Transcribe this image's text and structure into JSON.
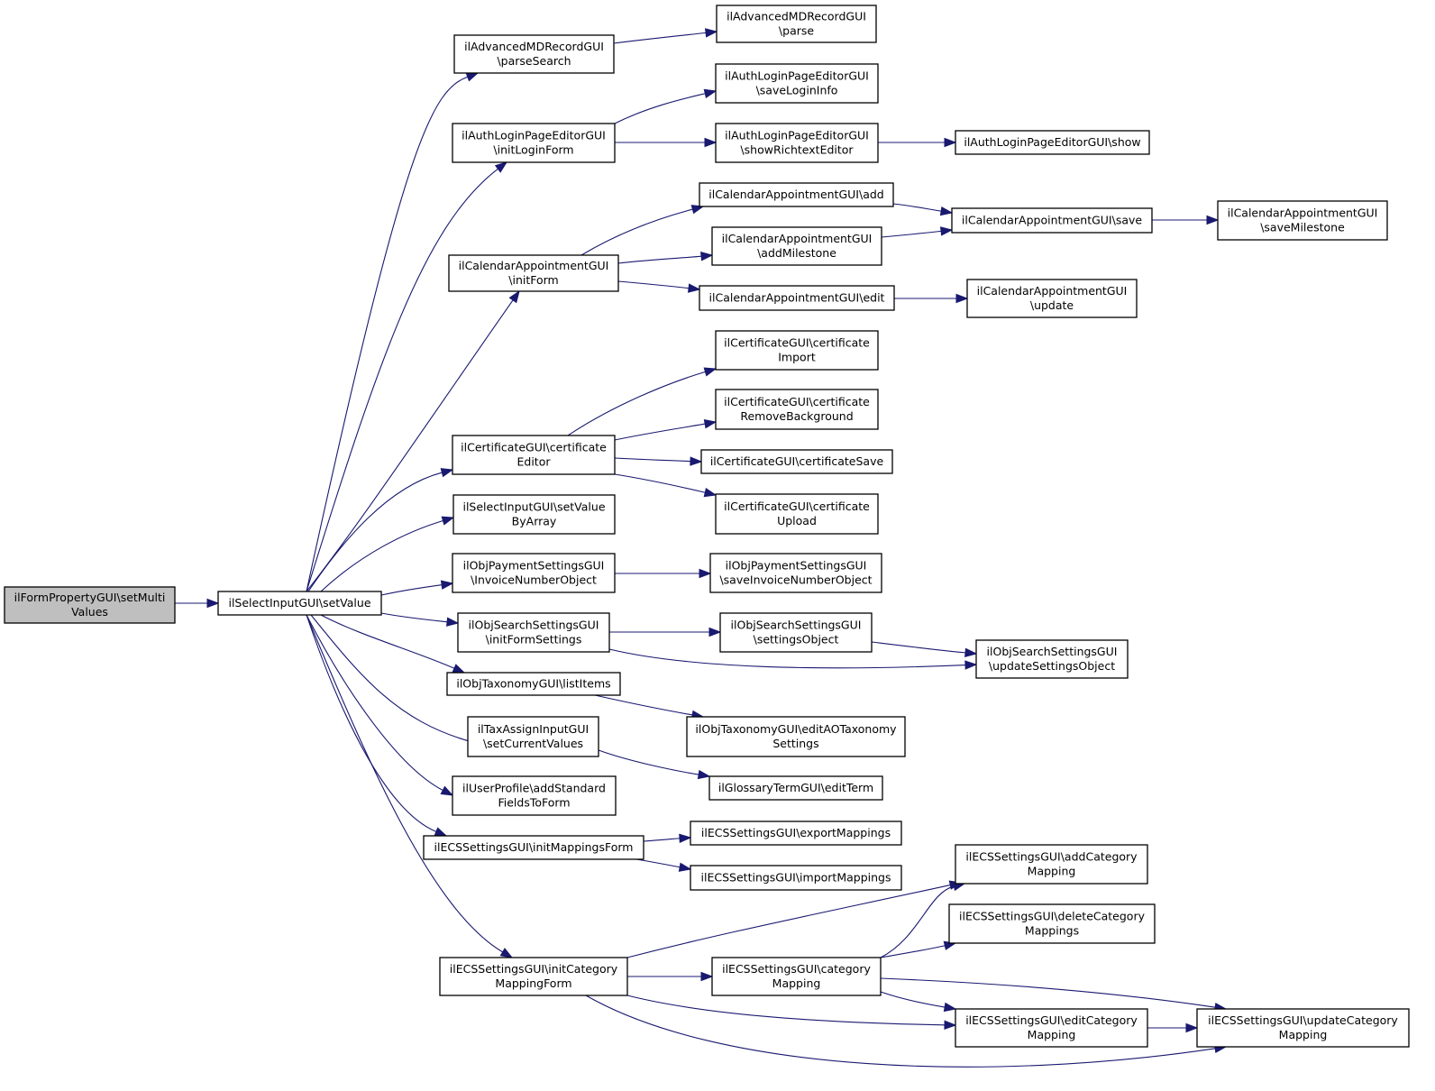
{
  "colors": {
    "edge": "#191970",
    "root_fill": "#bfbfbf",
    "node_fill": "#ffffff",
    "node_border": "#000000"
  },
  "nodes": [
    {
      "id": "root",
      "lines": [
        "ilFormPropertyGUI\\setMulti",
        "Values"
      ]
    },
    {
      "id": "setValue",
      "lines": [
        "ilSelectInputGUI\\setValue"
      ]
    },
    {
      "id": "parseSearch",
      "lines": [
        "ilAdvancedMDRecordGUI",
        "\\parseSearch"
      ]
    },
    {
      "id": "initLoginForm",
      "lines": [
        "ilAuthLoginPageEditorGUI",
        "\\initLoginForm"
      ]
    },
    {
      "id": "initForm",
      "lines": [
        "ilCalendarAppointmentGUI",
        "\\initForm"
      ]
    },
    {
      "id": "certEditor",
      "lines": [
        "ilCertificateGUI\\certificate",
        "Editor"
      ]
    },
    {
      "id": "setValueByArray",
      "lines": [
        "ilSelectInputGUI\\setValue",
        "ByArray"
      ]
    },
    {
      "id": "invoiceNumberObject",
      "lines": [
        "ilObjPaymentSettingsGUI",
        "\\InvoiceNumberObject"
      ]
    },
    {
      "id": "initFormSettings",
      "lines": [
        "ilObjSearchSettingsGUI",
        "\\initFormSettings"
      ]
    },
    {
      "id": "listItems",
      "lines": [
        "ilObjTaxonomyGUI\\listItems"
      ]
    },
    {
      "id": "setCurrentValues",
      "lines": [
        "ilTaxAssignInputGUI",
        "\\setCurrentValues"
      ]
    },
    {
      "id": "addStandardFields",
      "lines": [
        "ilUserProfile\\addStandard",
        "FieldsToForm"
      ]
    },
    {
      "id": "initMappingsForm",
      "lines": [
        "ilECSSettingsGUI\\initMappingsForm"
      ]
    },
    {
      "id": "initCategoryMappingForm",
      "lines": [
        "ilECSSettingsGUI\\initCategory",
        "MappingForm"
      ]
    },
    {
      "id": "mdParse",
      "lines": [
        "ilAdvancedMDRecordGUI",
        "\\parse"
      ]
    },
    {
      "id": "saveLoginInfo",
      "lines": [
        "ilAuthLoginPageEditorGUI",
        "\\saveLoginInfo"
      ]
    },
    {
      "id": "showRichtextEditor",
      "lines": [
        "ilAuthLoginPageEditorGUI",
        "\\showRichtextEditor"
      ]
    },
    {
      "id": "authShow",
      "lines": [
        "ilAuthLoginPageEditorGUI\\show"
      ]
    },
    {
      "id": "calAdd",
      "lines": [
        "ilCalendarAppointmentGUI\\add"
      ]
    },
    {
      "id": "calAddMilestone",
      "lines": [
        "ilCalendarAppointmentGUI",
        "\\addMilestone"
      ]
    },
    {
      "id": "calEdit",
      "lines": [
        "ilCalendarAppointmentGUI\\edit"
      ]
    },
    {
      "id": "calSave",
      "lines": [
        "ilCalendarAppointmentGUI\\save"
      ]
    },
    {
      "id": "calSaveMilestone",
      "lines": [
        "ilCalendarAppointmentGUI",
        "\\saveMilestone"
      ]
    },
    {
      "id": "calUpdate",
      "lines": [
        "ilCalendarAppointmentGUI",
        "\\update"
      ]
    },
    {
      "id": "certImport",
      "lines": [
        "ilCertificateGUI\\certificate",
        "Import"
      ]
    },
    {
      "id": "certRemoveBg",
      "lines": [
        "ilCertificateGUI\\certificate",
        "RemoveBackground"
      ]
    },
    {
      "id": "certSave",
      "lines": [
        "ilCertificateGUI\\certificateSave"
      ]
    },
    {
      "id": "certUpload",
      "lines": [
        "ilCertificateGUI\\certificate",
        "Upload"
      ]
    },
    {
      "id": "saveInvoiceNumberObject",
      "lines": [
        "ilObjPaymentSettingsGUI",
        "\\saveInvoiceNumberObject"
      ]
    },
    {
      "id": "settingsObject",
      "lines": [
        "ilObjSearchSettingsGUI",
        "\\settingsObject"
      ]
    },
    {
      "id": "updateSettingsObject",
      "lines": [
        "ilObjSearchSettingsGUI",
        "\\updateSettingsObject"
      ]
    },
    {
      "id": "editAOTaxonomy",
      "lines": [
        "ilObjTaxonomyGUI\\editAOTaxonomy",
        "Settings"
      ]
    },
    {
      "id": "editTerm",
      "lines": [
        "ilGlossaryTermGUI\\editTerm"
      ]
    },
    {
      "id": "exportMappings",
      "lines": [
        "ilECSSettingsGUI\\exportMappings"
      ]
    },
    {
      "id": "importMappings",
      "lines": [
        "ilECSSettingsGUI\\importMappings"
      ]
    },
    {
      "id": "categoryMapping",
      "lines": [
        "ilECSSettingsGUI\\category",
        "Mapping"
      ]
    },
    {
      "id": "addCategoryMapping",
      "lines": [
        "ilECSSettingsGUI\\addCategory",
        "Mapping"
      ]
    },
    {
      "id": "deleteCategoryMappings",
      "lines": [
        "ilECSSettingsGUI\\deleteCategory",
        "Mappings"
      ]
    },
    {
      "id": "editCategoryMapping",
      "lines": [
        "ilECSSettingsGUI\\editCategory",
        "Mapping"
      ]
    },
    {
      "id": "updateCategoryMapping",
      "lines": [
        "ilECSSettingsGUI\\updateCategory",
        "Mapping"
      ]
    }
  ],
  "edges": [
    {
      "from": "setValue",
      "to": "root"
    },
    {
      "from": "parseSearch",
      "to": "setValue"
    },
    {
      "from": "initLoginForm",
      "to": "setValue"
    },
    {
      "from": "initForm",
      "to": "setValue"
    },
    {
      "from": "certEditor",
      "to": "setValue"
    },
    {
      "from": "setValueByArray",
      "to": "setValue"
    },
    {
      "from": "invoiceNumberObject",
      "to": "setValue"
    },
    {
      "from": "initFormSettings",
      "to": "setValue"
    },
    {
      "from": "listItems",
      "to": "setValue"
    },
    {
      "from": "setCurrentValues",
      "to": "setValue"
    },
    {
      "from": "addStandardFields",
      "to": "setValue"
    },
    {
      "from": "initMappingsForm",
      "to": "setValue"
    },
    {
      "from": "initCategoryMappingForm",
      "to": "setValue"
    },
    {
      "from": "mdParse",
      "to": "parseSearch"
    },
    {
      "from": "saveLoginInfo",
      "to": "initLoginForm"
    },
    {
      "from": "showRichtextEditor",
      "to": "initLoginForm"
    },
    {
      "from": "authShow",
      "to": "showRichtextEditor"
    },
    {
      "from": "calAdd",
      "to": "initForm"
    },
    {
      "from": "calAddMilestone",
      "to": "initForm"
    },
    {
      "from": "calEdit",
      "to": "initForm"
    },
    {
      "from": "calSave",
      "to": "calAdd"
    },
    {
      "from": "calSave",
      "to": "calAddMilestone"
    },
    {
      "from": "calSaveMilestone",
      "to": "calSave"
    },
    {
      "from": "calUpdate",
      "to": "calEdit"
    },
    {
      "from": "certImport",
      "to": "certEditor"
    },
    {
      "from": "certRemoveBg",
      "to": "certEditor"
    },
    {
      "from": "certSave",
      "to": "certEditor"
    },
    {
      "from": "certUpload",
      "to": "certEditor"
    },
    {
      "from": "saveInvoiceNumberObject",
      "to": "invoiceNumberObject"
    },
    {
      "from": "settingsObject",
      "to": "initFormSettings"
    },
    {
      "from": "updateSettingsObject",
      "to": "initFormSettings"
    },
    {
      "from": "updateSettingsObject",
      "to": "settingsObject"
    },
    {
      "from": "editAOTaxonomy",
      "to": "listItems"
    },
    {
      "from": "editTerm",
      "to": "setCurrentValues"
    },
    {
      "from": "exportMappings",
      "to": "initMappingsForm"
    },
    {
      "from": "importMappings",
      "to": "initMappingsForm"
    },
    {
      "from": "addCategoryMapping",
      "to": "initCategoryMappingForm"
    },
    {
      "from": "categoryMapping",
      "to": "initCategoryMappingForm"
    },
    {
      "from": "editCategoryMapping",
      "to": "initCategoryMappingForm"
    },
    {
      "from": "updateCategoryMapping",
      "to": "initCategoryMappingForm"
    },
    {
      "from": "addCategoryMapping",
      "to": "categoryMapping"
    },
    {
      "from": "deleteCategoryMappings",
      "to": "categoryMapping"
    },
    {
      "from": "editCategoryMapping",
      "to": "categoryMapping"
    },
    {
      "from": "updateCategoryMapping",
      "to": "categoryMapping"
    },
    {
      "from": "updateCategoryMapping",
      "to": "editCategoryMapping"
    }
  ]
}
